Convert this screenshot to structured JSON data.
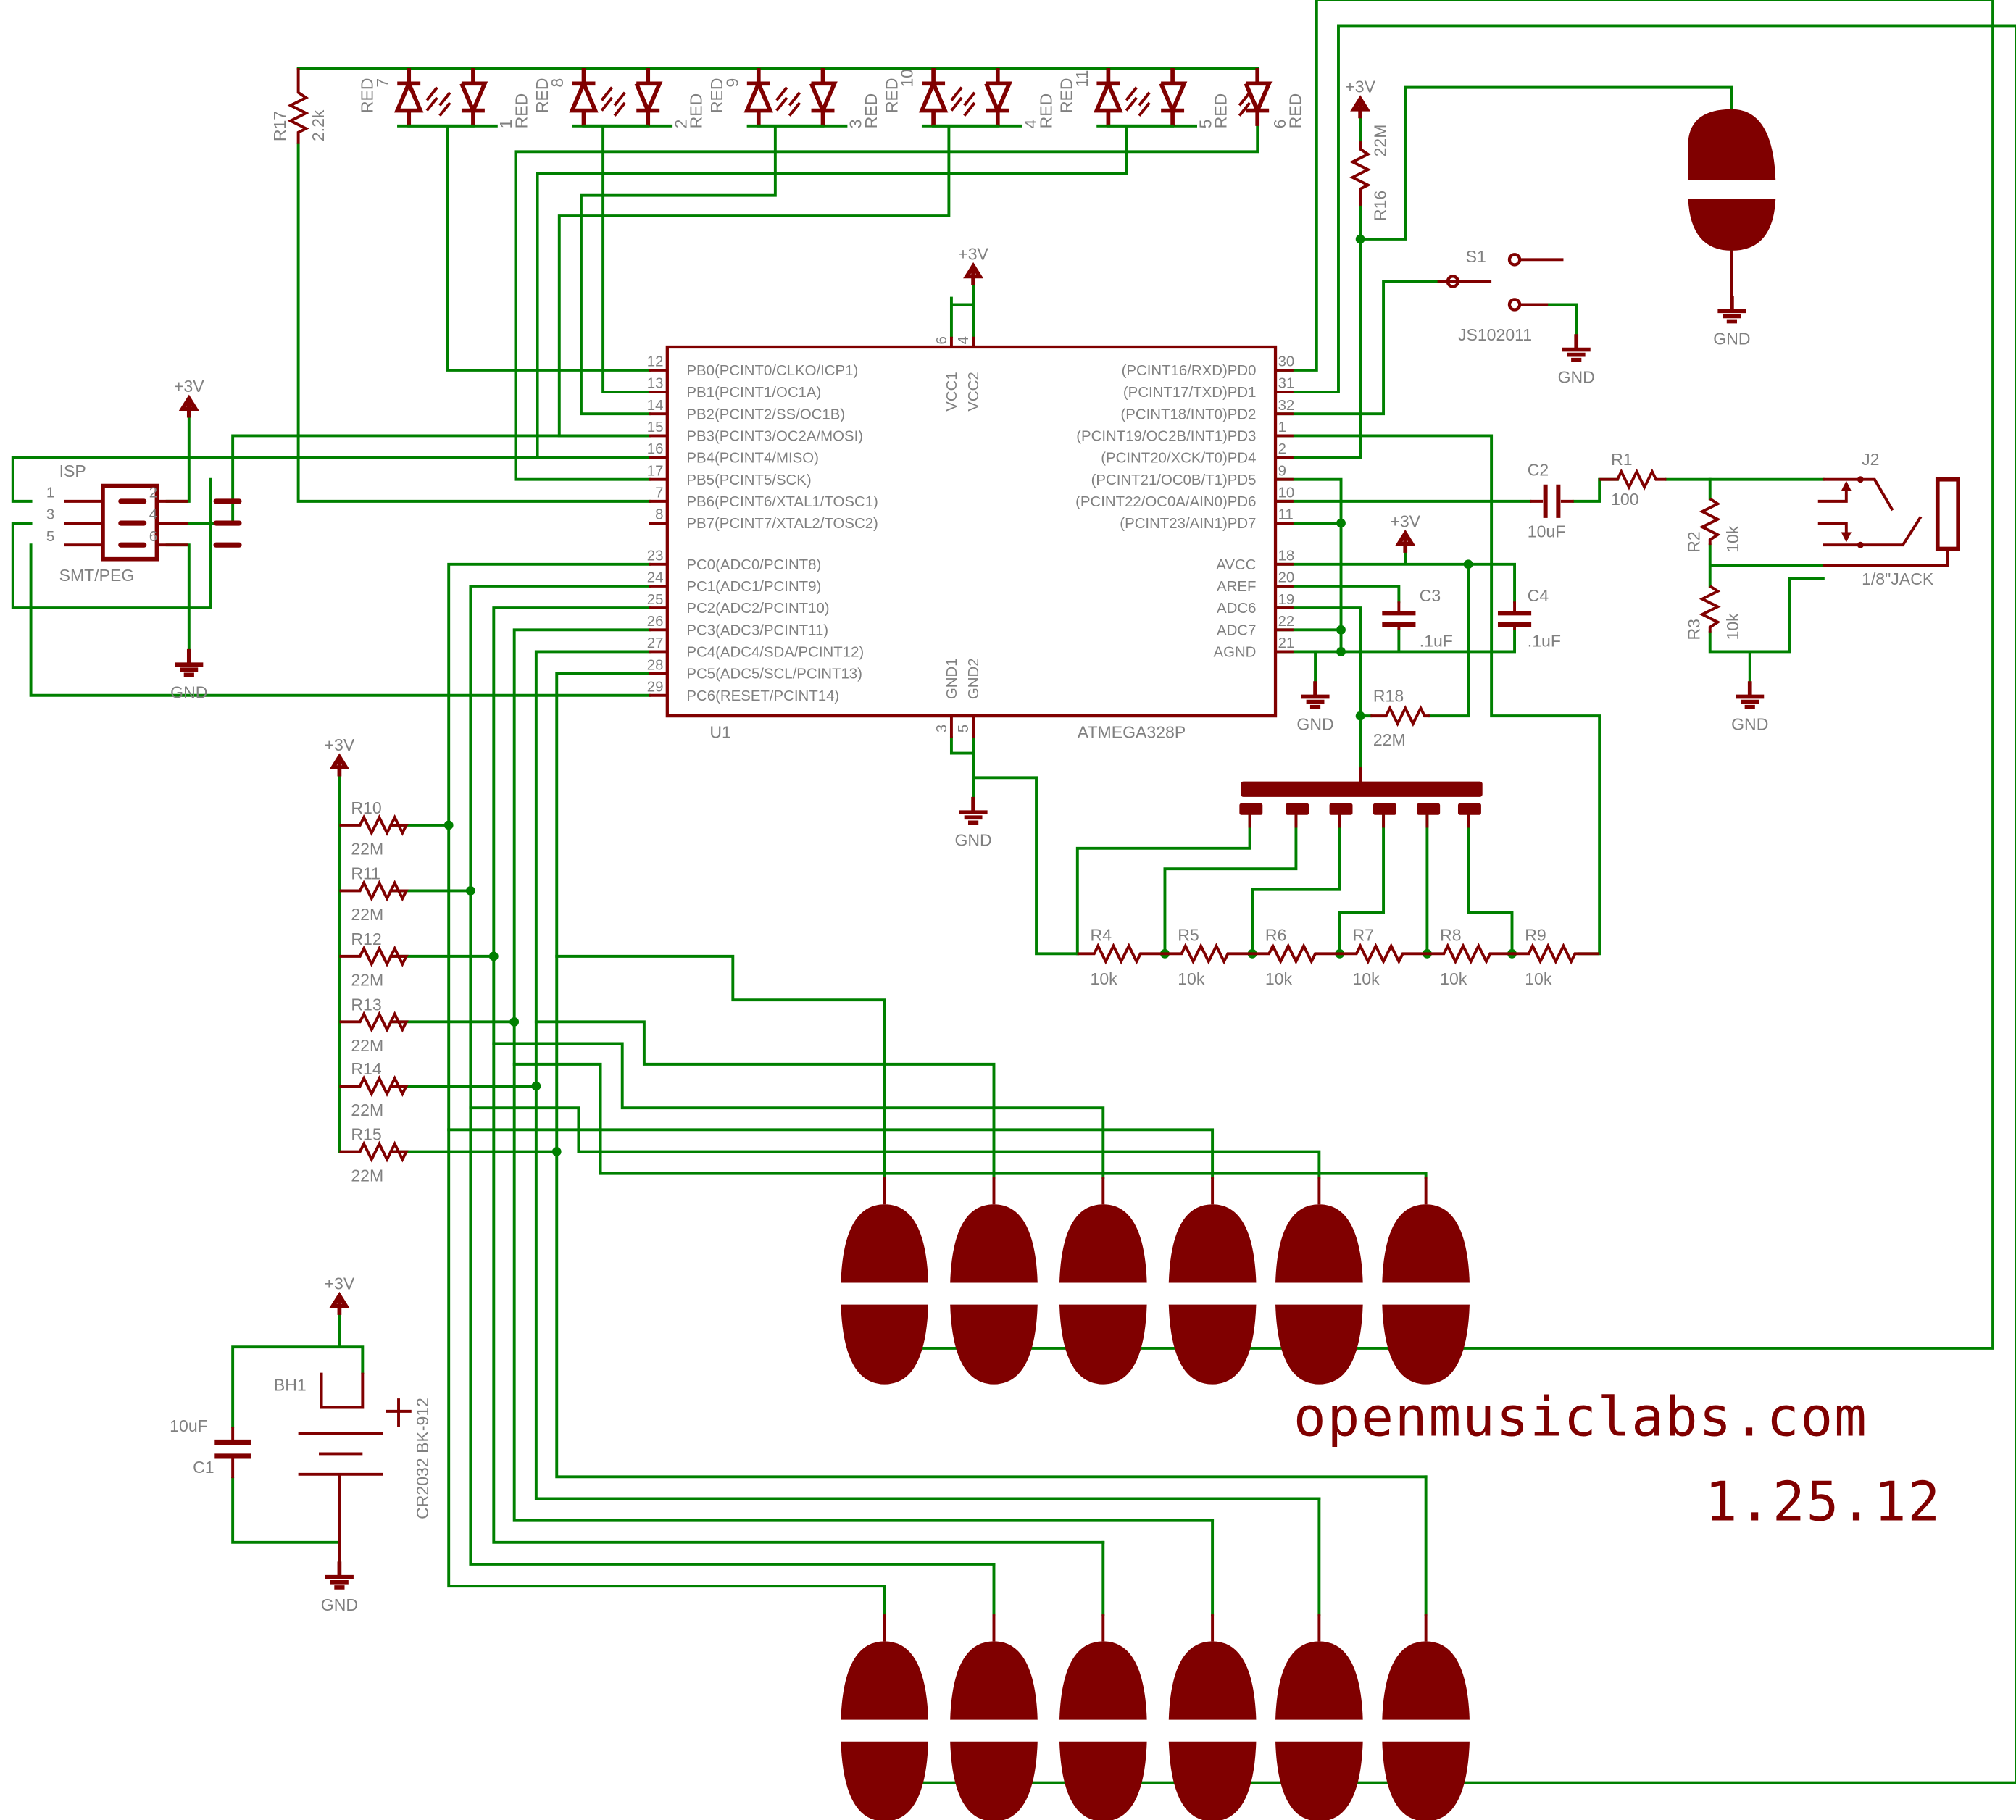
{
  "title_block": {
    "website": "openmusiclabs.com",
    "date": "1.25.12"
  },
  "colors": {
    "wire": "#008000",
    "part": "#800000",
    "label": "#808080",
    "background": "#ffffff"
  },
  "power": {
    "vcc": "+3V",
    "gnd": "GND"
  },
  "mcu": {
    "ref": "U1",
    "value": "ATMEGA328P",
    "power_pins": {
      "vcc1": "VCC1",
      "vcc2": "VCC2",
      "gnd1": "GND1",
      "gnd2": "GND2",
      "vcc1_num": "6",
      "vcc2_num": "4",
      "gnd1_num": "3",
      "gnd2_num": "5"
    },
    "left_pins": [
      {
        "num": "12",
        "name": "PB0(PCINT0/CLKO/ICP1)"
      },
      {
        "num": "13",
        "name": "PB1(PCINT1/OC1A)"
      },
      {
        "num": "14",
        "name": "PB2(PCINT2/SS/OC1B)"
      },
      {
        "num": "15",
        "name": "PB3(PCINT3/OC2A/MOSI)"
      },
      {
        "num": "16",
        "name": "PB4(PCINT4/MISO)"
      },
      {
        "num": "17",
        "name": "PB5(PCINT5/SCK)"
      },
      {
        "num": "7",
        "name": "PB6(PCINT6/XTAL1/TOSC1)"
      },
      {
        "num": "8",
        "name": "PB7(PCINT7/XTAL2/TOSC2)"
      },
      {
        "num": "23",
        "name": "PC0(ADC0/PCINT8)"
      },
      {
        "num": "24",
        "name": "PC1(ADC1/PCINT9)"
      },
      {
        "num": "25",
        "name": "PC2(ADC2/PCINT10)"
      },
      {
        "num": "26",
        "name": "PC3(ADC3/PCINT11)"
      },
      {
        "num": "27",
        "name": "PC4(ADC4/SDA/PCINT12)"
      },
      {
        "num": "28",
        "name": "PC5(ADC5/SCL/PCINT13)"
      },
      {
        "num": "29",
        "name": "PC6(RESET/PCINT14)"
      }
    ],
    "right_pins": [
      {
        "num": "30",
        "name": "(PCINT16/RXD)PD0"
      },
      {
        "num": "31",
        "name": "(PCINT17/TXD)PD1"
      },
      {
        "num": "32",
        "name": "(PCINT18/INT0)PD2"
      },
      {
        "num": "1",
        "name": "(PCINT19/OC2B/INT1)PD3"
      },
      {
        "num": "2",
        "name": "(PCINT20/XCK/T0)PD4"
      },
      {
        "num": "9",
        "name": "(PCINT21/OC0B/T1)PD5"
      },
      {
        "num": "10",
        "name": "(PCINT22/OC0A/AIN0)PD6"
      },
      {
        "num": "11",
        "name": "(PCINT23/AIN1)PD7"
      },
      {
        "num": "18",
        "name": "AVCC"
      },
      {
        "num": "20",
        "name": "AREF"
      },
      {
        "num": "19",
        "name": "ADC6"
      },
      {
        "num": "22",
        "name": "ADC7"
      },
      {
        "num": "21",
        "name": "AGND"
      }
    ]
  },
  "leds": [
    {
      "left_label": "RED",
      "left_num": "7",
      "right_label": "RED",
      "right_num": "1"
    },
    {
      "left_label": "RED",
      "left_num": "8",
      "right_label": "RED",
      "right_num": "2"
    },
    {
      "left_label": "RED",
      "left_num": "9",
      "right_label": "RED",
      "right_num": "3"
    },
    {
      "left_label": "RED",
      "left_num": "10",
      "right_label": "RED",
      "right_num": "4"
    },
    {
      "left_label": "RED",
      "left_num": "11",
      "right_label": "RED",
      "right_num": "5"
    },
    {
      "single_label": "RED",
      "single_num": "6"
    }
  ],
  "isp": {
    "ref": "ISP",
    "value": "SMT/PEG",
    "pins": [
      "1",
      "2",
      "3",
      "4",
      "5",
      "6"
    ]
  },
  "resistors": {
    "r17": {
      "ref": "R17",
      "value": "2.2k"
    },
    "r16": {
      "ref": "R16",
      "value": "22M"
    },
    "r1": {
      "ref": "R1",
      "value": "100"
    },
    "r2": {
      "ref": "R2",
      "value": "10k"
    },
    "r3": {
      "ref": "R3",
      "value": "10k"
    },
    "r18": {
      "ref": "R18",
      "value": "22M"
    },
    "ladder": [
      {
        "ref": "R4",
        "value": "10k"
      },
      {
        "ref": "R5",
        "value": "10k"
      },
      {
        "ref": "R6",
        "value": "10k"
      },
      {
        "ref": "R7",
        "value": "10k"
      },
      {
        "ref": "R8",
        "value": "10k"
      },
      {
        "ref": "R9",
        "value": "10k"
      }
    ],
    "pullups": [
      {
        "ref": "R10",
        "value": "22M"
      },
      {
        "ref": "R11",
        "value": "22M"
      },
      {
        "ref": "R12",
        "value": "22M"
      },
      {
        "ref": "R13",
        "value": "22M"
      },
      {
        "ref": "R14",
        "value": "22M"
      },
      {
        "ref": "R15",
        "value": "22M"
      }
    ]
  },
  "capacitors": {
    "c1": {
      "ref": "C1",
      "value": "10uF"
    },
    "c2": {
      "ref": "C2",
      "value": "10uF"
    },
    "c3": {
      "ref": "C3",
      "value": ".1uF"
    },
    "c4": {
      "ref": "C4",
      "value": ".1uF"
    }
  },
  "switch": {
    "ref": "S1",
    "value": "JS102011"
  },
  "jack": {
    "ref": "J2",
    "value": "1/8\"JACK"
  },
  "battery": {
    "ref": "BH1",
    "value": "CR2032 BK-912",
    "polarity": "+"
  }
}
